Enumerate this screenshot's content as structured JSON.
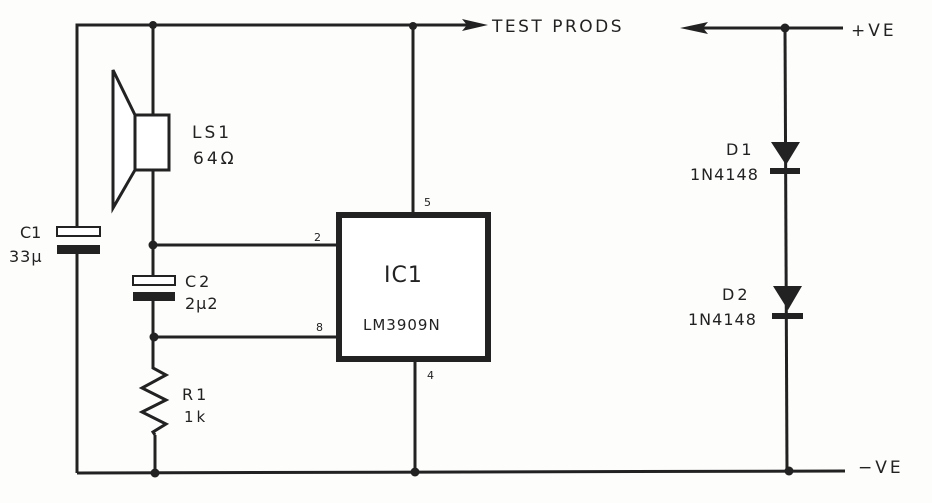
{
  "title": "LM3909 continuity tester circuit",
  "colors": {
    "ink": "#222222",
    "paper": "#fdfdfc"
  },
  "components": {
    "speaker": {
      "ref": "LS1",
      "value": "64Ω"
    },
    "c1": {
      "ref": "C1",
      "value": "33µ"
    },
    "c2": {
      "ref": "C2",
      "value": "2µ2"
    },
    "r1": {
      "ref": "R1",
      "value": "1k"
    },
    "ic": {
      "ref": "IC1",
      "part": "LM3909N",
      "pins": {
        "p2": "2",
        "p4": "4",
        "p5": "5",
        "p8": "8"
      }
    },
    "d1": {
      "ref": "D1",
      "part": "1N4148"
    },
    "d2": {
      "ref": "D2",
      "part": "1N4148"
    }
  },
  "terminals": {
    "test_prods": "TEST PRODS",
    "pos": "+VE",
    "neg": "−VE"
  }
}
